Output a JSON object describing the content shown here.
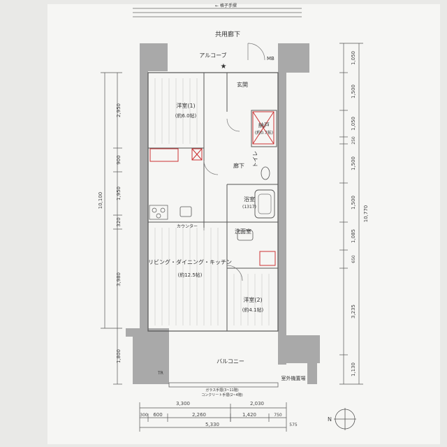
{
  "header": {
    "top_label": "← 格子手摺",
    "corridor": "共用廊下"
  },
  "rooms": {
    "alcove": "アルコーブ",
    "mb": "MB",
    "entrance": "玄関",
    "western1": "洋室(1)",
    "western1_size": "(約6.0帖)",
    "storage": "納戸",
    "storage_size": "(約0.7帖)",
    "hallway": "廊下",
    "toilet": "トイレ",
    "bath": "浴室",
    "bath_size": "(1317)",
    "washroom": "洗面室",
    "counter": "カウンター",
    "ldk": "リビング・ダイニング・キッチン",
    "ldk_size": "(約12.5帖)",
    "western2": "洋室(2)",
    "western2_size": "(約4.1帖)",
    "balcony": "バルコニー",
    "outdoor_unit": "室外機置場",
    "tr": "TR",
    "railing_note1": "ガラス手摺(3~11階)",
    "railing_note2": "コンクリート手摺(2~4階)"
  },
  "dimensions": {
    "left": [
      "2,950",
      "900",
      "1,950",
      "320",
      "3,980",
      "1,800"
    ],
    "left_total": "10,100",
    "right": [
      "1,050",
      "1,500",
      "1,050",
      "250",
      "1,500",
      "1,500",
      "1,085",
      "650",
      "3,235",
      "1,130"
    ],
    "right_total": "10,770",
    "bottom_row1": [
      "3,300",
      "2,030"
    ],
    "bottom_row2": [
      "300",
      "600",
      "2,260",
      "1,420",
      "750"
    ],
    "bottom_total": "5,330",
    "bottom_extra": "575"
  },
  "compass": {
    "north": "N"
  }
}
